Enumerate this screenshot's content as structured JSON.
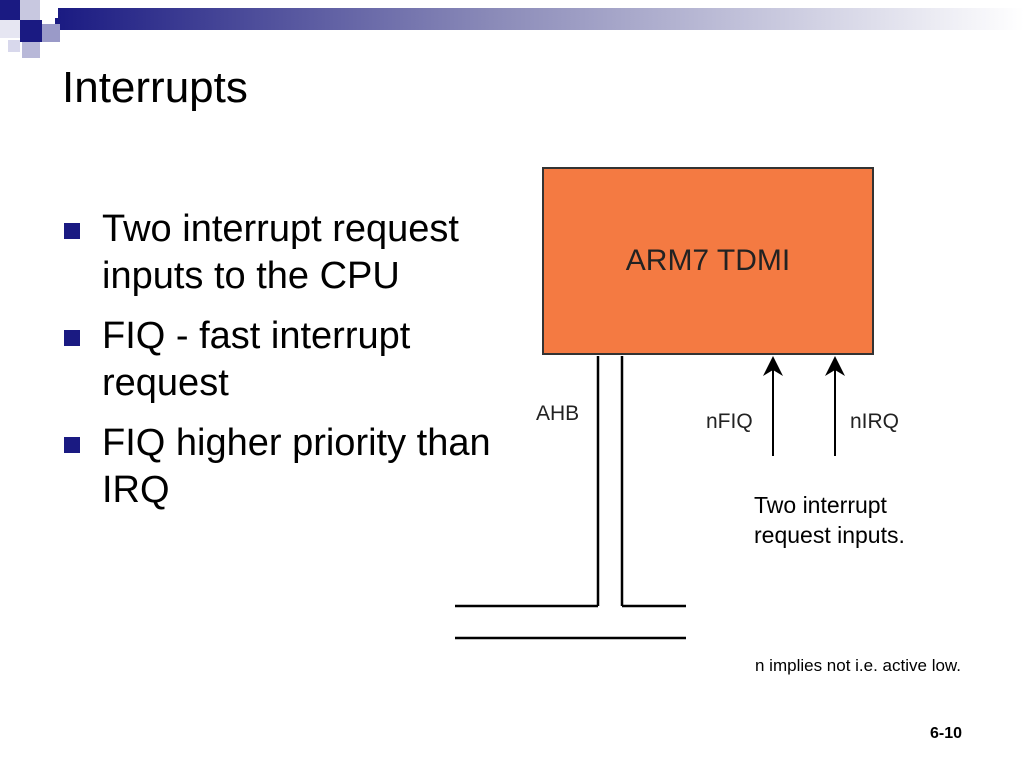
{
  "slide": {
    "title": "Interrupts",
    "bullets": [
      "Two interrupt request inputs to the CPU",
      "FIQ - fast interrupt request",
      "FIQ higher priority than IRQ"
    ],
    "page_number": "6-10"
  },
  "diagram": {
    "cpu_label": "ARM7 TDMI",
    "bus_label": "AHB",
    "fiq_label": "nFIQ",
    "irq_label": "nIRQ",
    "cpu_color": "#f47a42"
  },
  "notes": {
    "inputs": "Two interrupt request inputs.",
    "active_low": "n implies not  i.e. active low."
  },
  "colors": {
    "bullet_marker": "#1a1a82",
    "header_gradient_dark": "#1a1a82"
  }
}
